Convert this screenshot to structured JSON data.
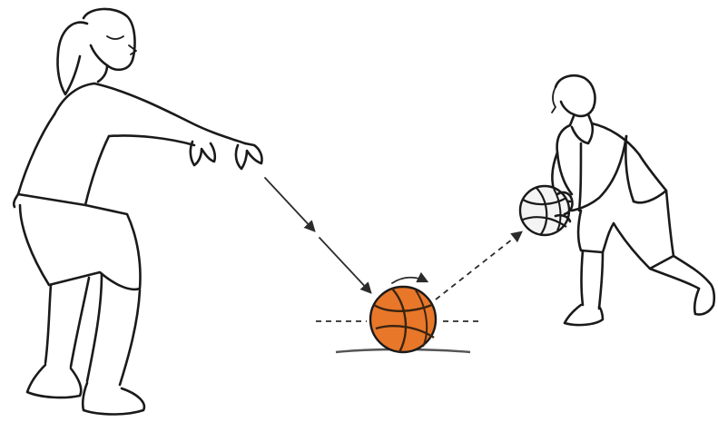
{
  "colors": {
    "ball": "#e8772a",
    "ball_seam": "#3a2410",
    "ink": "#1a1a1a",
    "background": "#ffffff"
  },
  "figures": [
    {
      "id": "passer",
      "role": "passing player"
    },
    {
      "id": "receiver",
      "role": "receiving player"
    }
  ],
  "icons": [
    "passing-arrow-icon",
    "bounce-arrow-icon",
    "spin-arrow-icon",
    "basketball-icon"
  ]
}
